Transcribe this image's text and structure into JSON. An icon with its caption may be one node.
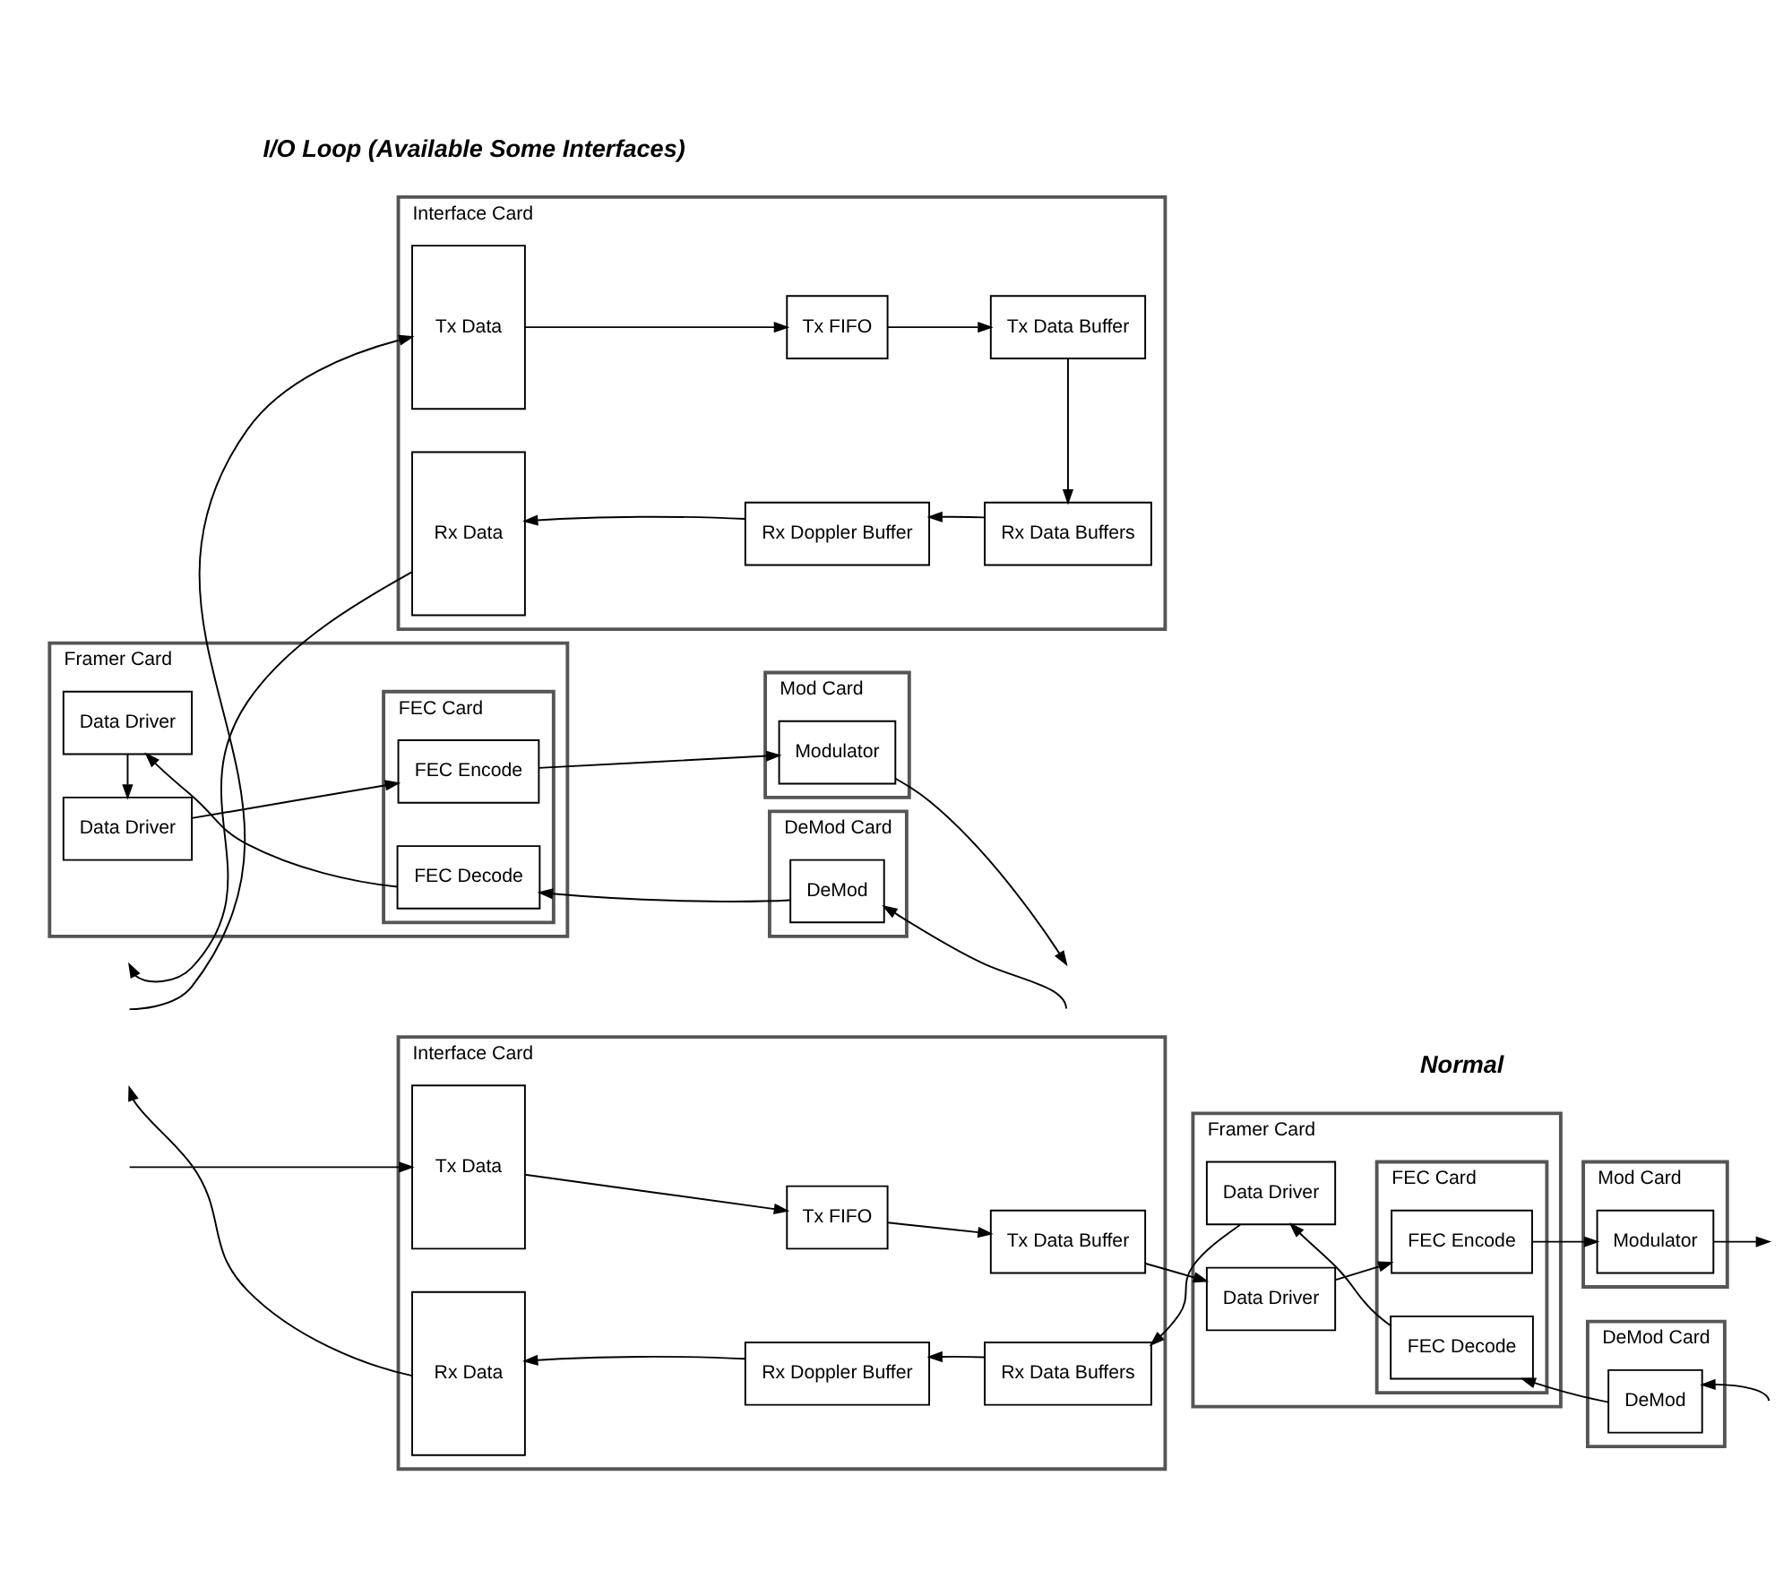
{
  "diagram": {
    "nodes": [
      {
        "text": [
          "Interface Card"
        ]
      },
      {
        "text": [
          "Tx Data"
        ],
        "in": 0
      },
      {
        "text": [
          "Rx Data"
        ],
        "in": 0
      },
      {
        "text": [
          "Tx FIFO"
        ],
        "in": 0
      },
      {
        "text": [
          "Tx Data Buffer"
        ],
        "in": 0
      },
      {
        "text": [
          "Rx Doppler Buffer"
        ],
        "in": 0
      },
      {
        "text": [
          "Rx Data Buffers"
        ],
        "in": 0
      },
      {
        "text": [
          "Framer Card"
        ]
      },
      {
        "text": [
          "Data Driver"
        ],
        "in": 7
      },
      {
        "text": [
          "Data Driver"
        ],
        "in": 7
      },
      {
        "text": [
          "FEC Card"
        ],
        "in": 7
      },
      {
        "text": [
          "FEC Encode"
        ],
        "in": 10
      },
      {
        "text": [
          "FEC Decode"
        ],
        "in": 10
      },
      {
        "text": [
          "Mod Card"
        ]
      },
      {
        "text": [
          "Modulator"
        ],
        "in": 13
      },
      {
        "text": [
          "DeMod Card"
        ]
      },
      {
        "text": [
          "DeMod"
        ],
        "in": 15
      },
      {
        "text": [
          "Interface Card"
        ]
      },
      {
        "text": [
          "Tx Data"
        ],
        "in": 17
      },
      {
        "text": [
          "Rx Data"
        ],
        "in": 17
      },
      {
        "text": [
          "Tx FIFO"
        ],
        "in": 17
      },
      {
        "text": [
          "Tx Data Buffer"
        ],
        "in": 17
      },
      {
        "text": [
          "Rx Doppler Buffer"
        ],
        "in": 17
      },
      {
        "text": [
          "Rx Data Buffers"
        ],
        "in": 17
      },
      {
        "text": [
          "Framer Card"
        ]
      },
      {
        "text": [
          "Data Driver"
        ],
        "in": 24
      },
      {
        "text": [
          "Data Driver"
        ],
        "in": 24
      },
      {
        "text": [
          "FEC Card"
        ],
        "in": 24
      },
      {
        "text": [
          "FEC Encode"
        ],
        "in": 27
      },
      {
        "text": [
          "FEC Decode"
        ],
        "in": 27
      },
      {
        "text": [
          "Mod Card"
        ]
      },
      {
        "text": [
          "Modulator"
        ],
        "in": 30
      },
      {
        "text": [
          "DeMod Card"
        ]
      },
      {
        "text": [
          "DeMod"
        ],
        "in": 32
      }
    ],
    "edges": [
      {
        "from": null,
        "to": 1,
        "arrow": "to"
      },
      {
        "from": 1,
        "to": 3,
        "arrow": "to"
      },
      {
        "from": 3,
        "to": 4,
        "arrow": "to"
      },
      {
        "from": 4,
        "to": 8,
        "arrow": "to"
      },
      {
        "from": 8,
        "to": 11,
        "arrow": "to"
      },
      {
        "from": 11,
        "to": 14,
        "arrow": "to"
      },
      {
        "from": 14,
        "to": null,
        "arrow": "to"
      },
      {
        "from": null,
        "to": 16,
        "arrow": "to"
      },
      {
        "from": 16,
        "to": 12,
        "arrow": "to"
      },
      {
        "from": 12,
        "to": 9,
        "arrow": "to"
      },
      {
        "from": 9,
        "to": 6,
        "arrow": "to"
      },
      {
        "from": 6,
        "to": 5,
        "arrow": "to"
      },
      {
        "from": 5,
        "to": 2,
        "arrow": "to"
      },
      {
        "from": 2,
        "to": null,
        "arrow": "to"
      },
      {
        "from": null,
        "to": 18,
        "arrow": "to"
      },
      {
        "from": 18,
        "to": 20,
        "arrow": "to"
      },
      {
        "from": 20,
        "to": 21,
        "arrow": "to"
      },
      {
        "from": 21,
        "to": 23,
        "arrow": "to"
      },
      {
        "from": 26,
        "to": 25,
        "arrow": "to"
      },
      {
        "from": 25,
        "to": 28,
        "arrow": "to"
      },
      {
        "from": 28,
        "to": 31,
        "arrow": "to"
      },
      {
        "from": 31,
        "to": null,
        "arrow": "to"
      },
      {
        "from": null,
        "to": 33,
        "arrow": "to"
      },
      {
        "from": 33,
        "to": 29,
        "arrow": "to"
      },
      {
        "from": 29,
        "to": 26,
        "arrow": "to"
      },
      {
        "from": 23,
        "to": 22,
        "arrow": "to"
      },
      {
        "from": 22,
        "to": 19,
        "arrow": "to"
      },
      {
        "from": 19,
        "to": null,
        "arrow": "to"
      }
    ],
    "labels": [
      "Normal",
      "I/O Loop (Available Some Interfaces)"
    ]
  }
}
